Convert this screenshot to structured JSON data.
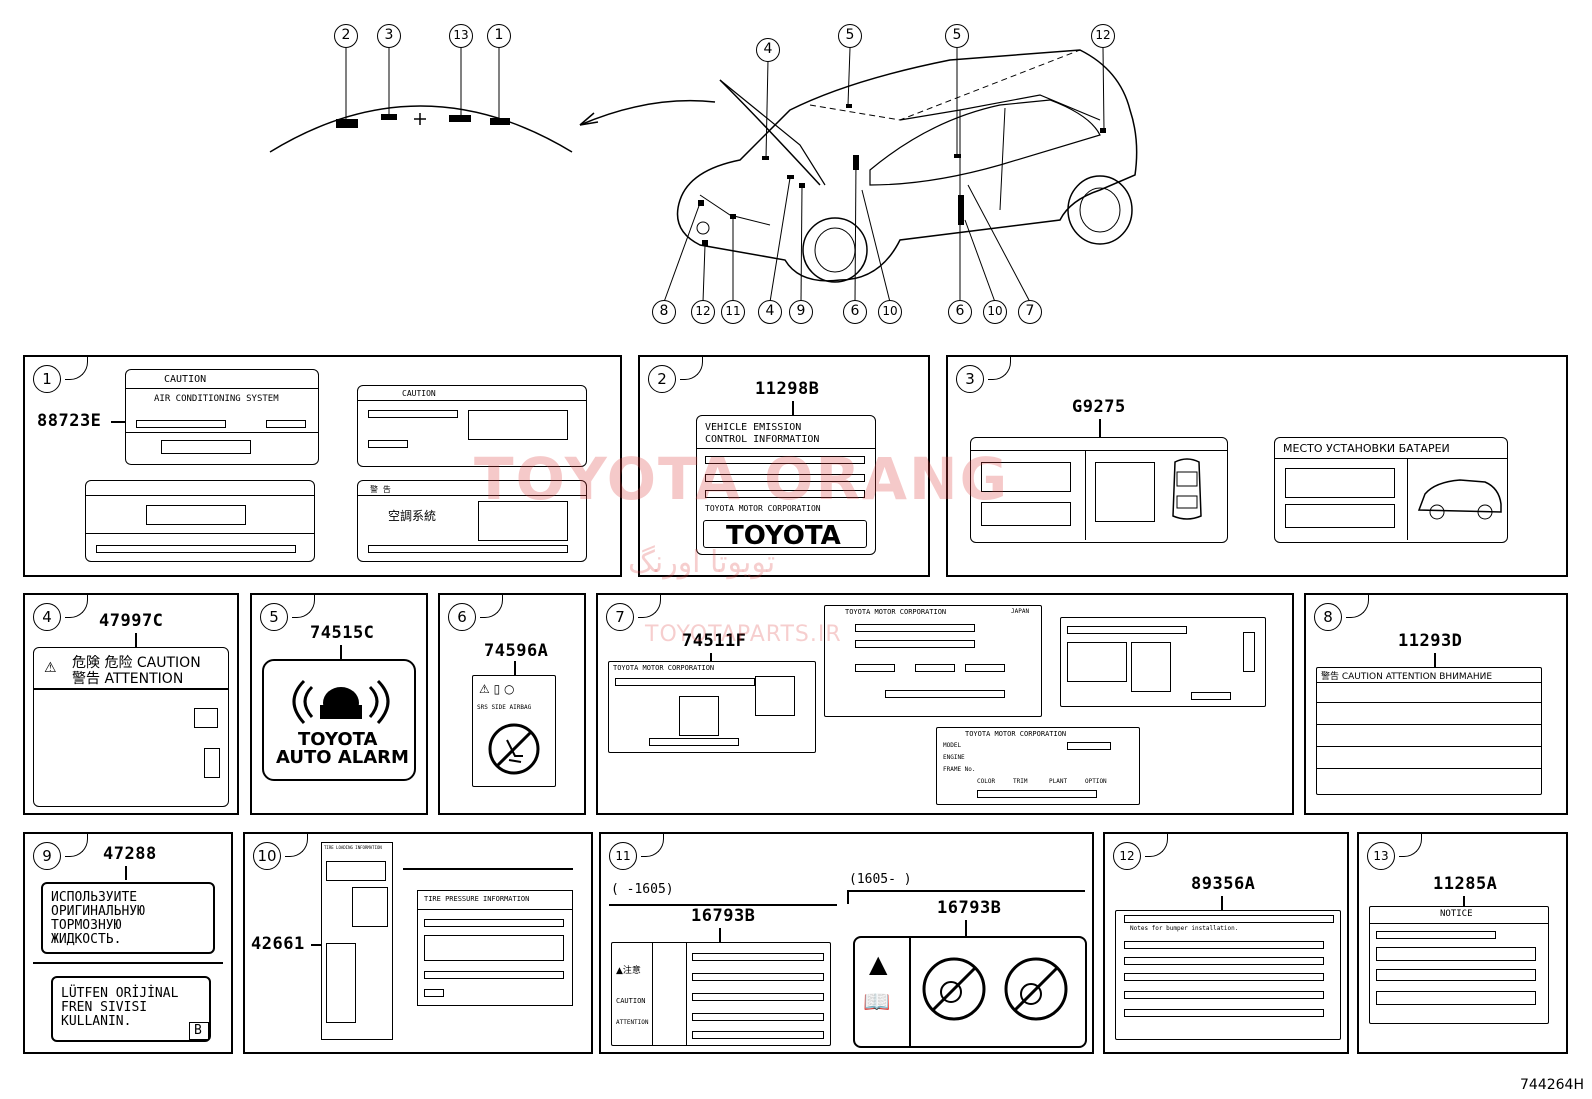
{
  "top_callouts": {
    "roof": [
      "2",
      "3",
      "13",
      "1"
    ],
    "bottom": [
      "8",
      "12",
      "11",
      "4",
      "9",
      "6",
      "10",
      "6",
      "10",
      "7"
    ],
    "top": [
      "4",
      "5",
      "5",
      "12"
    ]
  },
  "panels": [
    {
      "num": "1",
      "code": "88723E",
      "caution": "CAUTION",
      "ac_text": "AIR CONDITIONING SYSTEM",
      "caution2": "CAUTION",
      "jp_warn": "警 告",
      "jp_ac": "空調系統"
    },
    {
      "num": "2",
      "code": "11298B",
      "line1": "VEHICLE EMISSION",
      "line2": "CONTROL INFORMATION",
      "corp": "TOYOTA MOTOR CORPORATION",
      "brand": "TOYOTA"
    },
    {
      "num": "3",
      "code": "G9275",
      "ru_title": "МЕСТО УСТАНОВКИ БАТАРЕИ"
    },
    {
      "num": "4",
      "code": "47997C",
      "head1": "危険 危险 CAUTION",
      "head2": "警告    ATTENTION"
    },
    {
      "num": "5",
      "code": "74515C",
      "line1": "TOYOTA",
      "line2": "AUTO ALARM"
    },
    {
      "num": "6",
      "code": "74596A",
      "small": "SRS SIDE AIRBAG"
    },
    {
      "num": "7",
      "code": "74511F",
      "corp": "TOYOTA MOTOR CORPORATION",
      "corp2": "TOYOTA MOTOR CORPORATION",
      "corp3": "TOYOTA MOTOR CORPORATION",
      "japan": "JAPAN",
      "f_model": "MODEL",
      "f_engine": "ENGINE",
      "f_frame": "FRAME No.",
      "f_color": "COLOR",
      "f_trim": "TRIM",
      "f_plant": "PLANT",
      "f_option": "OPTION"
    },
    {
      "num": "8",
      "code": "11293D",
      "head": "警告 CAUTION ATTENTION ВНИМАНИЕ"
    },
    {
      "num": "9",
      "code": "47288",
      "ru1": "ИСПОЛЬЗУИТЕ",
      "ru2": "ОРИГИНАЛЬНУЮ",
      "ru3": "ТОРМОЗНУЮ",
      "ru4": "ЖИДКОСТЬ.",
      "tr1": "LÜTFEN  ORİJİNAL",
      "tr2": "FREN  SIVISI",
      "tr3": "KULLANIN.",
      "b": "B"
    },
    {
      "num": "10",
      "code": "42661",
      "tire": "TIRE PRESSURE INFORMATION",
      "tire_small": "TIRE LOADING INFORMATION"
    },
    {
      "num": "11",
      "code": "16793B",
      "code2": "16793B",
      "range1": "(      -1605)",
      "range2": "(1605-      )",
      "jp": "▲注意",
      "caution": "CAUTION",
      "attention": "ATTENTION"
    },
    {
      "num": "12",
      "code": "89356A",
      "notes": "Notes for bumper installation."
    },
    {
      "num": "13",
      "code": "11285A",
      "notice": "NOTICE"
    }
  ],
  "diagram_number": "744264H",
  "watermarks": {
    "main": "TOYOTA ORANG",
    "persian": "تویوتا اورنگ",
    "sub": "TOYOTAPARTS.IR"
  }
}
